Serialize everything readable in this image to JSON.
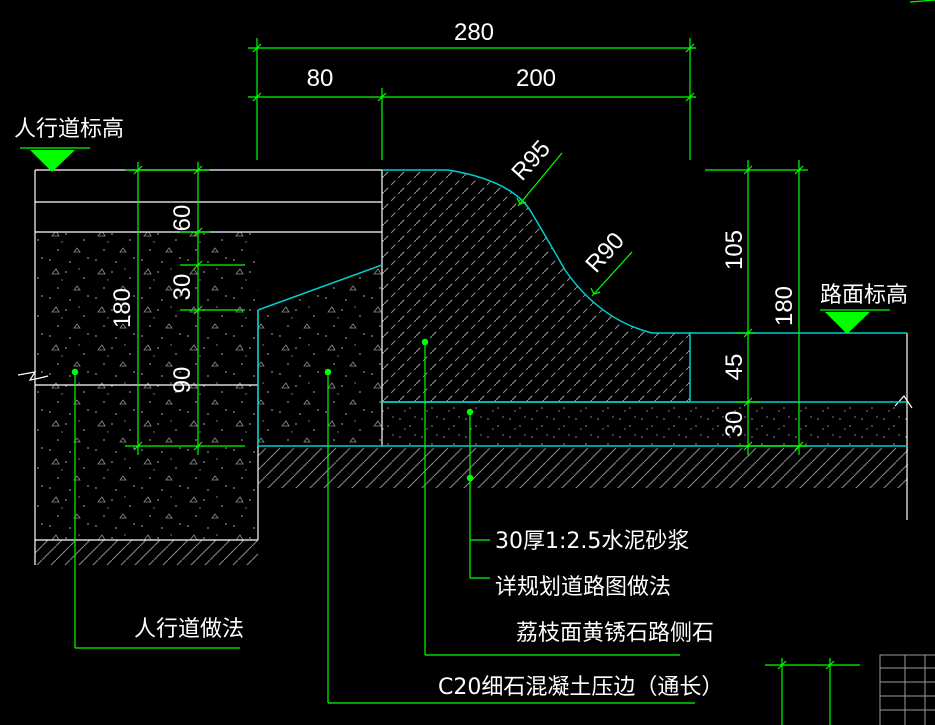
{
  "colors": {
    "background": "#000000",
    "dimension": "#00ff00",
    "outline_white": "#ffffff",
    "outline_cyan": "#00cfcf",
    "text": "#ffffff"
  },
  "dimensions": {
    "total_width": "280",
    "left_width": "80",
    "right_width": "200",
    "radius_upper": "R95",
    "radius_lower": "R90",
    "curb_upper": "105",
    "curb_lower": "45",
    "base_right": "30",
    "right_total": "180",
    "walk_top": "60",
    "walk_mid": "30",
    "walk_lower": "90",
    "walk_total": "180"
  },
  "levels": {
    "sidewalk_elevation": "人行道标高",
    "road_elevation": "路面标高"
  },
  "labels": {
    "mortar": "30厚1:2.5水泥砂浆",
    "road_ref": "详规划道路图做法",
    "curb_stone": "荔枝面黄锈石路侧石",
    "sidewalk_ref": "人行道做法",
    "concrete_edge": "C20细石混凝土压边（通长）"
  },
  "icons": {
    "elevation_marker": "triangle-down-icon"
  }
}
